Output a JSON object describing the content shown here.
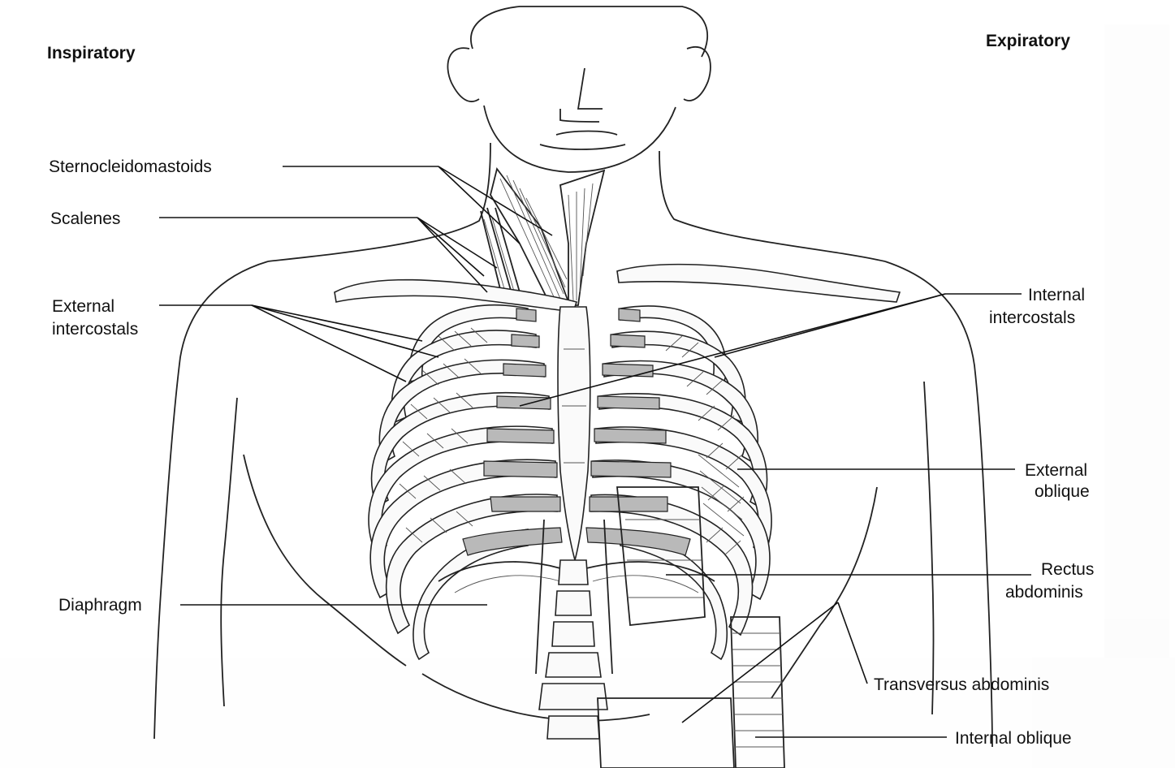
{
  "headers": {
    "inspiratory": "Inspiratory",
    "expiratory": "Expiratory"
  },
  "labels": {
    "sternocleidomastoids": "Sternocleidomastoids",
    "scalenes": "Scalenes",
    "external_intercostals_1": "External",
    "external_intercostals_2": "intercostals",
    "diaphragm": "Diaphragm",
    "internal_intercostals_1": "Internal",
    "internal_intercostals_2": "intercostals",
    "external_oblique_1": "External",
    "external_oblique_2": "oblique",
    "rectus_abdominis_1": "Rectus",
    "rectus_abdominis_2": "abdominis",
    "transversus_abdominis": "Transversus abdominis",
    "internal_oblique": "Internal oblique"
  },
  "colors": {
    "line": "#111111",
    "cartilage": "#b9b9b9",
    "background": "#ffffff"
  }
}
